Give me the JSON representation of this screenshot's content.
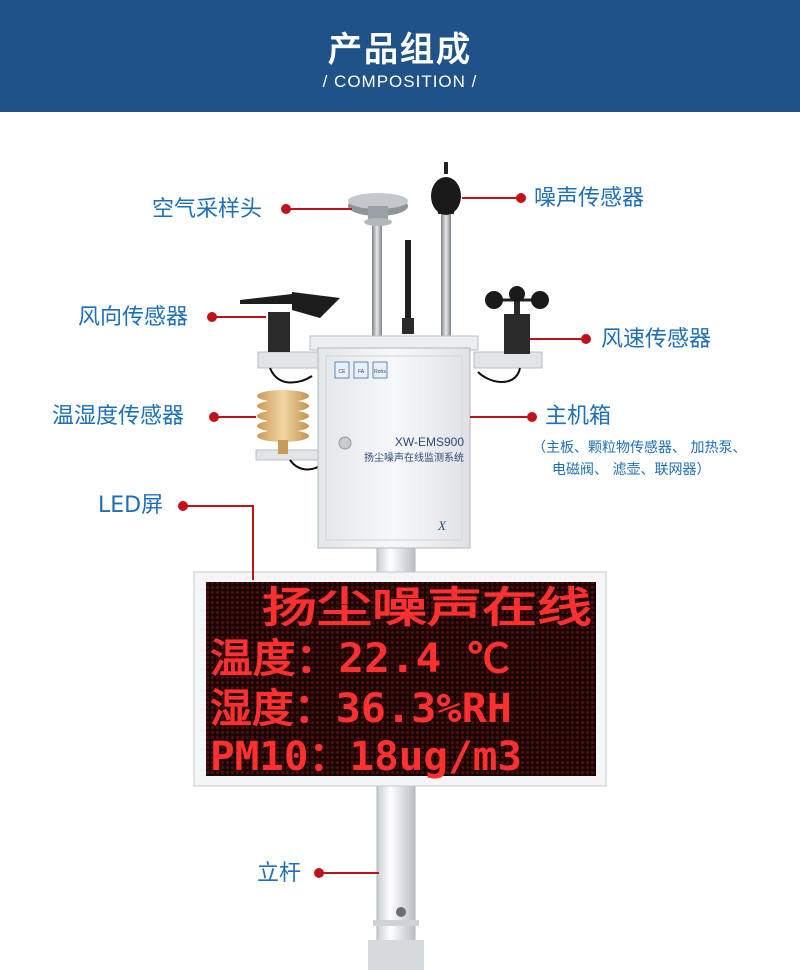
{
  "header": {
    "title": "产品组成",
    "subtitle": "/ COMPOSITION /"
  },
  "labels": {
    "air_sampler": "空气采样头",
    "noise_sensor": "噪声传感器",
    "wind_direction": "风向传感器",
    "wind_speed": "风速传感器",
    "temp_humidity": "温湿度传感器",
    "main_box": "主机箱",
    "main_box_detail_1": "（主板、颗粒物传感器、 加热泵、",
    "main_box_detail_2": "电磁阀、 滤壶、联网器）",
    "led_screen": "LED屏",
    "pole": "立杆"
  },
  "cabinet": {
    "model": "XW-EMS900",
    "name": "扬尘噪声在线监测系统",
    "badges": [
      "CE",
      "FA",
      "Rohs"
    ]
  },
  "led_display": {
    "line1": "扬尘噪声在线",
    "line2": "温度：22.4 ℃",
    "line3": "湿度：36.3%RH",
    "line4": "PM10：18ug/m3"
  },
  "colors": {
    "header_bg": "#1f5288",
    "label_text": "#1e6fb8",
    "leader_line": "#c0121b",
    "led_text": "#ff2a2a"
  }
}
